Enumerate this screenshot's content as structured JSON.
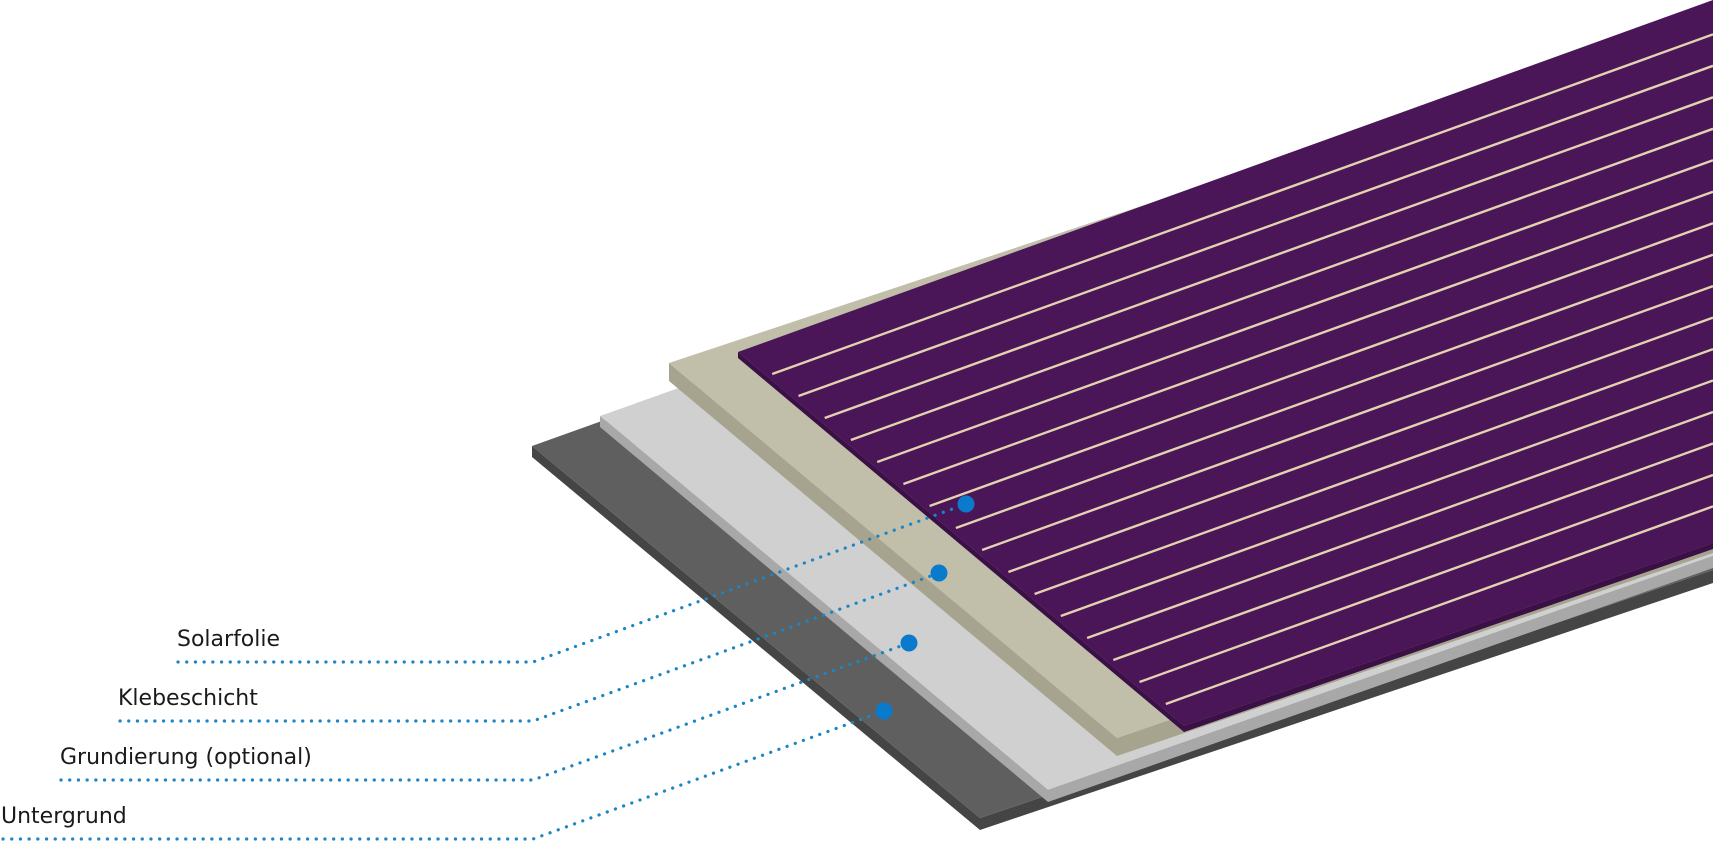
{
  "labels": {
    "solar_film": "Solarfolie",
    "adhesive_layer": "Klebeschicht",
    "primer": "Grundierung (optional)",
    "substrate": "Untergrund"
  },
  "colors": {
    "substrate_top": "#5f5f5f",
    "substrate_side": "#454545",
    "primer_top": "#d0d0d0",
    "primer_side": "#a8a8a8",
    "adhesive_top": "#c1bfaa",
    "adhesive_side": "#a6a48f",
    "solar_film_top": "#4a1658",
    "solar_film_side": "#3a1046",
    "solar_stripe": "#e3d2b0",
    "leader_line": "#1d84c6",
    "marker_dot": "#0a7acc",
    "label_text": "#1a1a1a"
  },
  "solar_stripe_count": 16
}
